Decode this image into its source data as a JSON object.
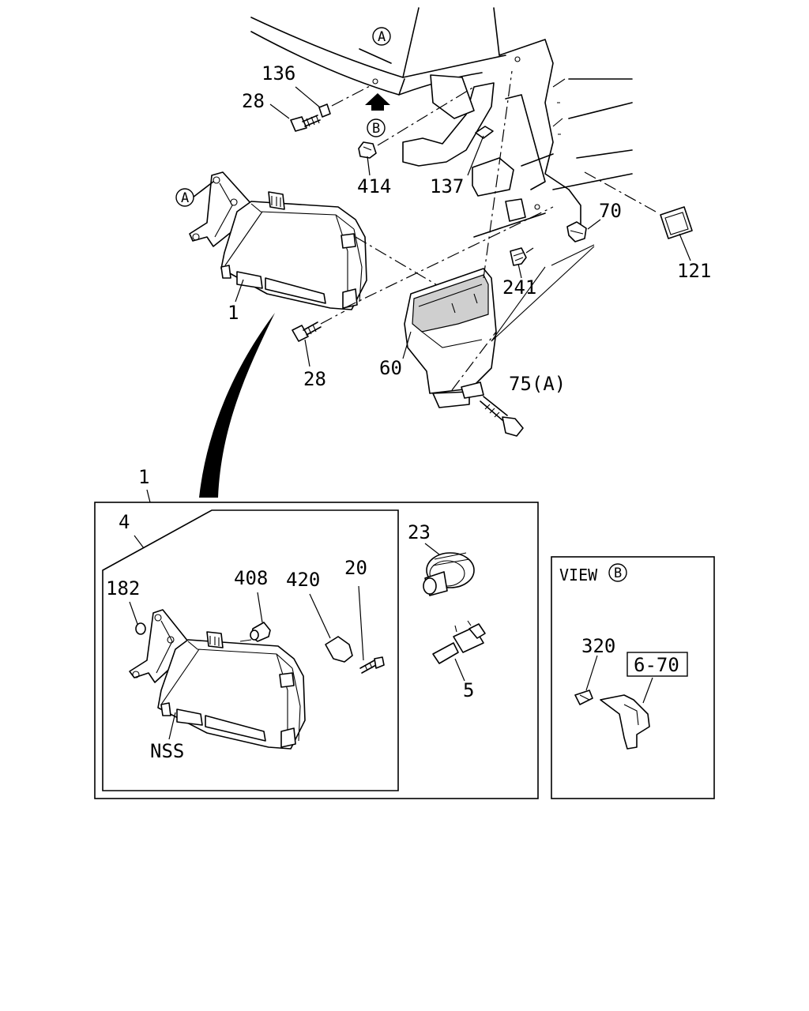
{
  "diagram": {
    "callouts": {
      "c136": "136",
      "c28_top": "28",
      "c414": "414",
      "c137": "137",
      "c70": "70",
      "c121": "121",
      "c241": "241",
      "c1_upper": "1",
      "c28_lower": "28",
      "c60": "60",
      "c75a": "75(A)",
      "c1_box": "1",
      "c4": "4",
      "c182": "182",
      "c408": "408",
      "c420": "420",
      "c20": "20",
      "c23": "23",
      "c5": "5",
      "cnss": "NSS",
      "c320": "320"
    },
    "refs": {
      "a_top": "A",
      "b_top": "B",
      "a_left": "A",
      "b_view": "B"
    },
    "view_label": "VIEW",
    "boxed_ref": "6-70"
  }
}
